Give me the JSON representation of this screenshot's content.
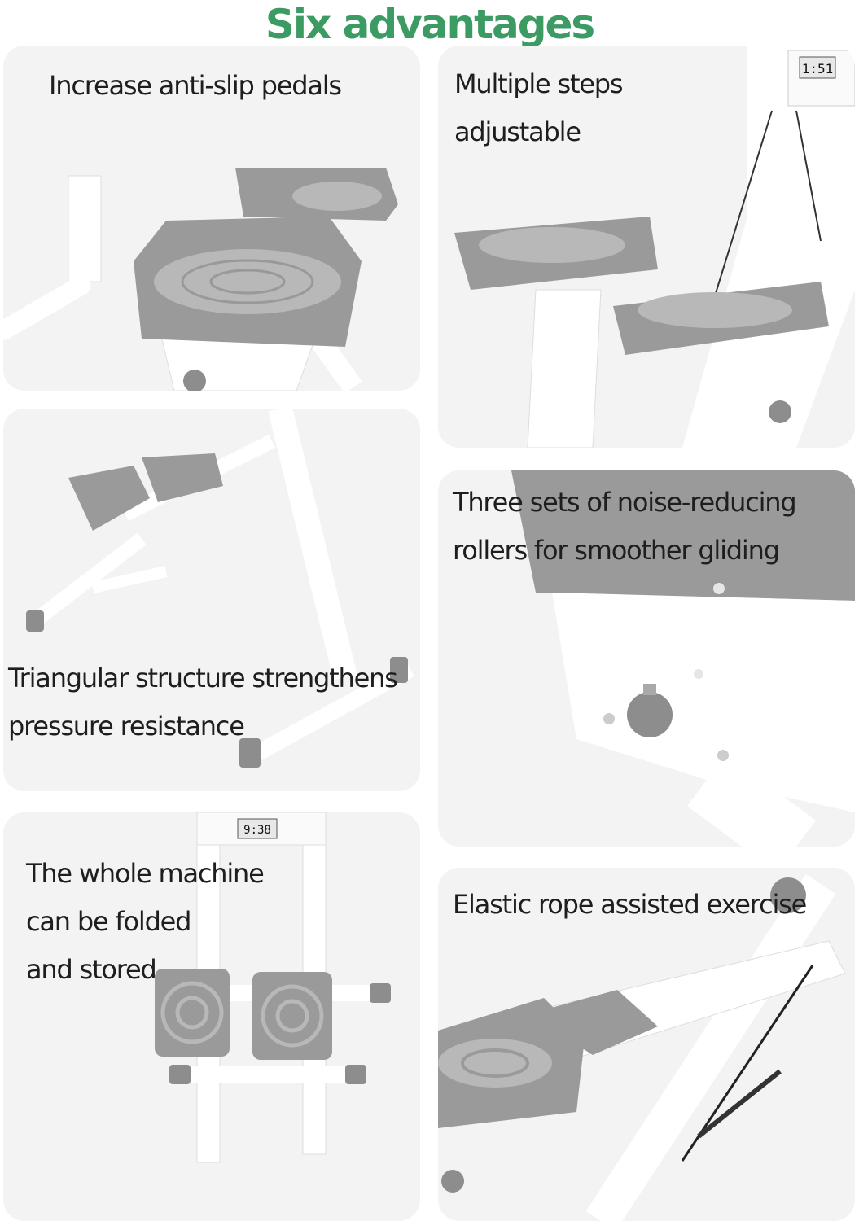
{
  "page": {
    "title": "Six advantages",
    "title_color": "#3c9a63",
    "panel_color": "#f3f3f3",
    "pedal_color": "#9a9a9a",
    "frame_color": "#ffffff"
  },
  "panels": [
    {
      "lines": [
        "Increase anti-slip pedals"
      ]
    },
    {
      "lines": [
        "Multiple steps",
        "adjustable"
      ],
      "display": "1:51"
    },
    {
      "lines": [
        "Triangular structure strengthens",
        "pressure resistance"
      ]
    },
    {
      "lines": [
        "Three sets of noise-reducing",
        "rollers for smoother gliding"
      ]
    },
    {
      "lines": [
        "The whole machine",
        "can be folded",
        "and stored"
      ],
      "display": "9:38"
    },
    {
      "lines": [
        "Elastic rope assisted exercise"
      ]
    }
  ]
}
